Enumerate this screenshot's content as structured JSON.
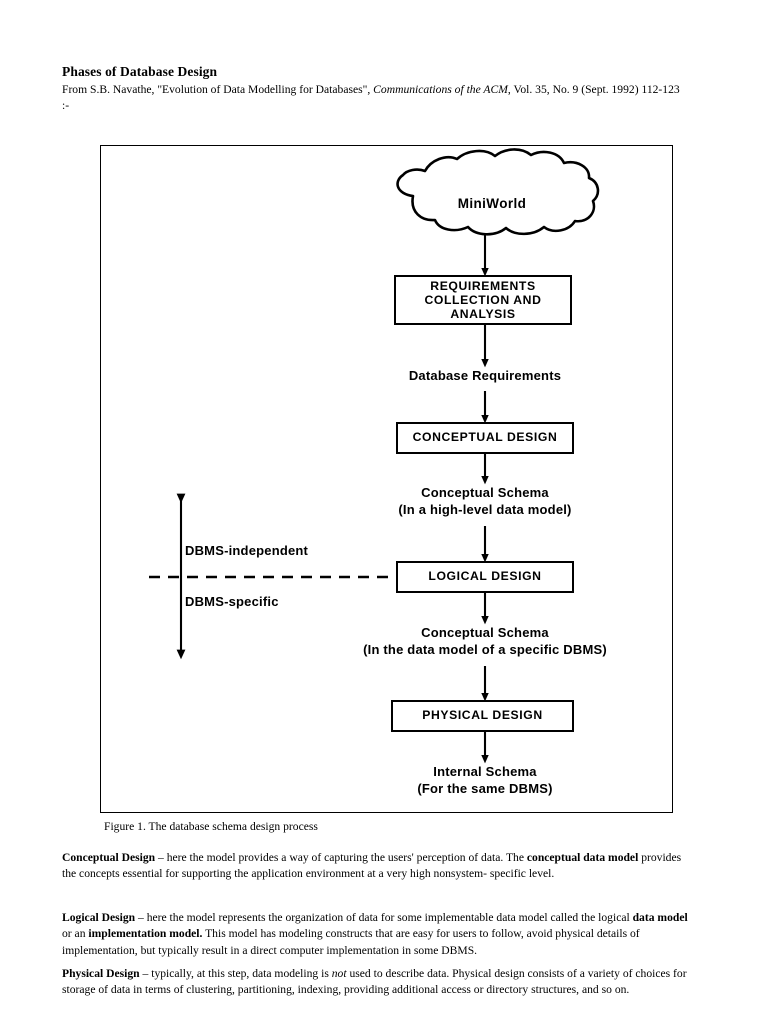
{
  "document": {
    "title": "Phases of Database Design",
    "source_line": {
      "prefix": "From S.B. Navathe, \"Evolution of Data Modelling for Databases\", ",
      "italic": "Communications of the ACM",
      "suffix": ", Vol. 35, No. 9 (Sept. 1992) 112-123 :-"
    }
  },
  "figure": {
    "caption": "Figure 1. The database schema design process",
    "nodes": {
      "miniworld": "MiniWorld",
      "requirements": "REQUIREMENTS\nCOLLECTION AND\nANALYSIS",
      "conceptual_design": "CONCEPTUAL DESIGN",
      "logical_design": "LOGICAL DESIGN",
      "physical_design": "PHYSICAL DESIGN"
    },
    "flow_labels": {
      "database_requirements": "Database Requirements",
      "conceptual_schema_highlevel": "Conceptual Schema\n(In a high-level data model)",
      "conceptual_schema_dbms": "Conceptual Schema\n(In the data model of a specific DBMS)",
      "internal_schema": "Internal Schema\n(For the same DBMS)"
    },
    "side_labels": {
      "dbms_independent": "DBMS-independent",
      "dbms_specific": "DBMS-specific"
    }
  },
  "sections": {
    "conceptual": {
      "heading": "Conceptual Design",
      "dash": " – ",
      "text_1": "here the model provides a way of capturing the users' perception of data. The ",
      "bold_1": "conceptual data model",
      "text_2": " provides the concepts essential for supporting the application environment at a very high nonsystem- specific level."
    },
    "logical": {
      "heading": "Logical Design",
      "dash": " – ",
      "text_1": "here the model represents the organization of data for some implementable data model called the logical ",
      "bold_1": "data model",
      "text_2": " or an ",
      "bold_2": "implementation model.",
      "text_3": " This model has modeling constructs that are easy for users to follow, avoid physical details of implementation, but typically result in a direct computer implementation in some DBMS."
    },
    "physical": {
      "heading": "Physical Design",
      "dash": " – ",
      "text_1": "typically, at this step, data modeling is ",
      "italic_1": "not",
      "text_2": " used to describe data. Physical design consists of a variety of choices for storage of data in terms of clustering, partitioning, indexing, providing additional access or directory structures, and so on."
    }
  },
  "colors": {
    "ink": "#000000",
    "paper": "#ffffff"
  }
}
